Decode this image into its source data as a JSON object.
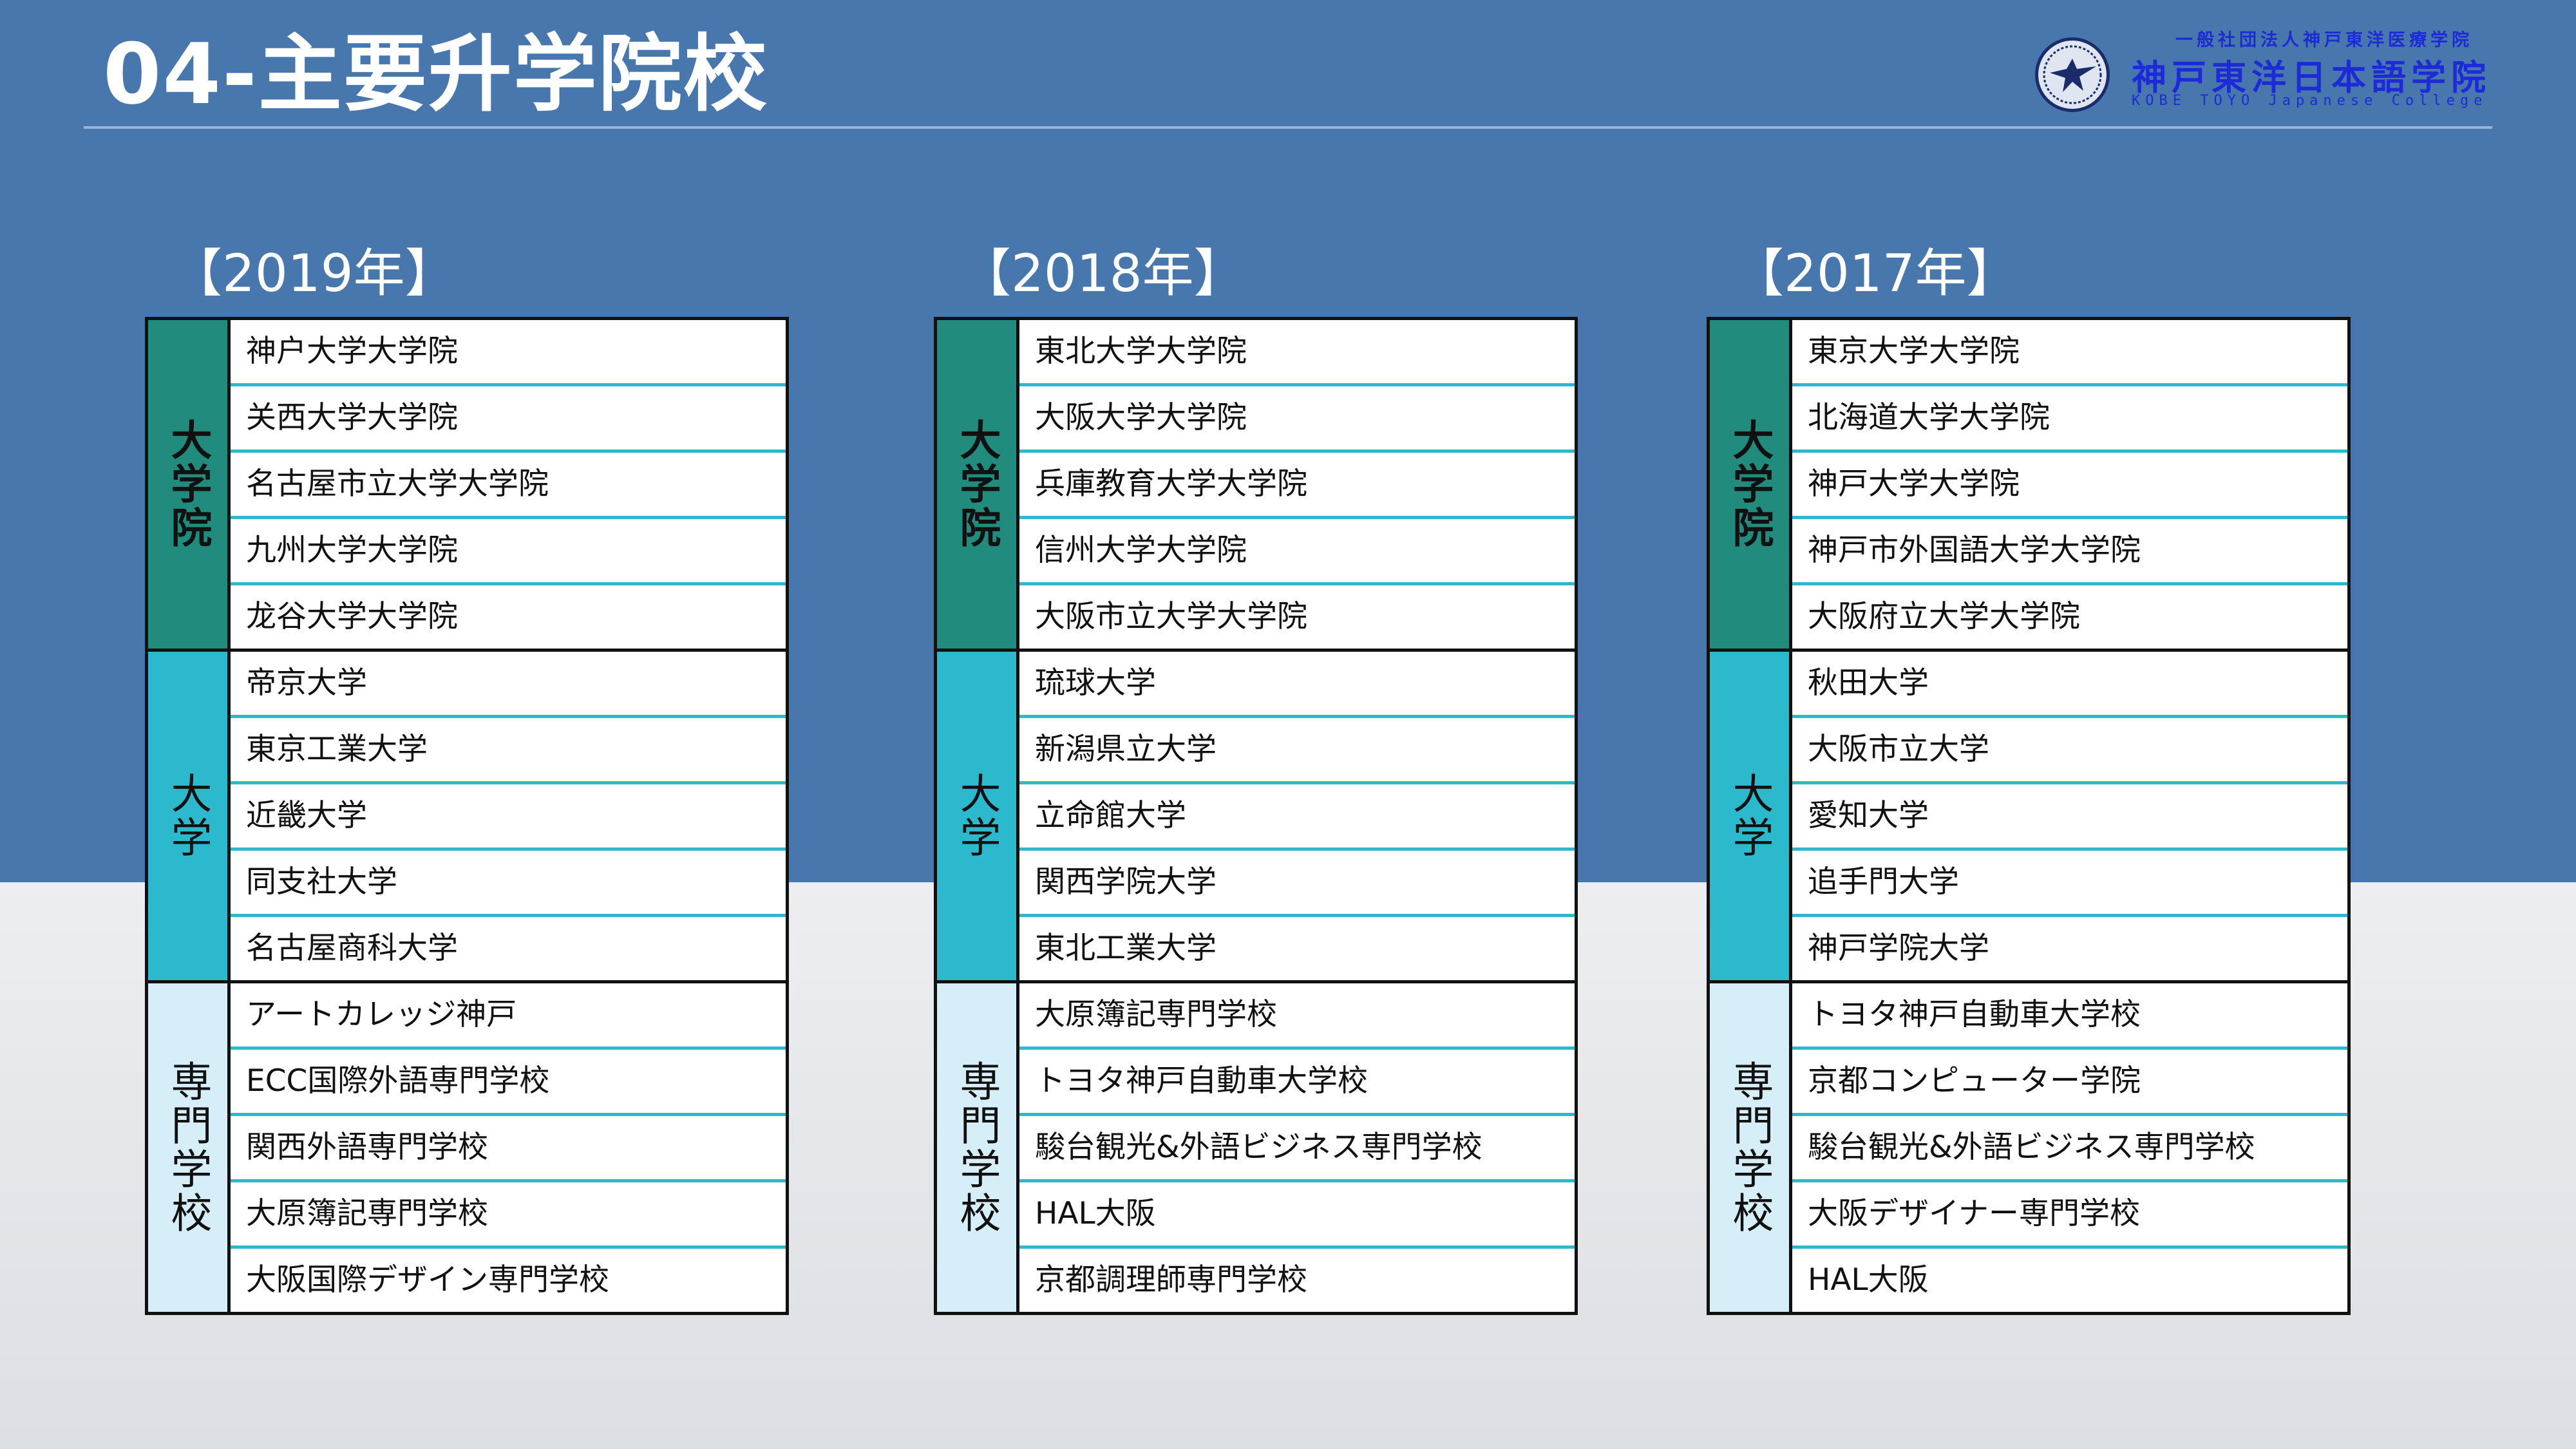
{
  "header": {
    "title": "04-主要升学院校"
  },
  "logo": {
    "small_text": "一般社団法人神戸東洋医療学院",
    "main_text": "神戸東洋日本語学院",
    "english_text": "KOBE TOYO Japanese College",
    "emblem_icon": "eagle-emblem-icon"
  },
  "colors": {
    "header_bg": "#4777ad",
    "graduate_group": "#218c7e",
    "university_group": "#2cb8cd",
    "vocational_group": "#d6eef8",
    "logo_text": "#1d2bd6"
  },
  "years": [
    {
      "label": "【2019年】",
      "groups": [
        {
          "label": "大学院",
          "items": [
            "神户大学大学院",
            "关西大学大学院",
            "名古屋市立大学大学院",
            "九州大学大学院",
            "龙谷大学大学院"
          ]
        },
        {
          "label": "大学",
          "items": [
            "帝京大学",
            "東京工業大学",
            "近畿大学",
            "同支社大学",
            "名古屋商科大学"
          ]
        },
        {
          "label": "専門学校",
          "items": [
            "アートカレッジ神戸",
            "ECC国際外語専門学校",
            "関西外語専門学校",
            "大原簿記専門学校",
            "大阪国際デザイン専門学校"
          ]
        }
      ]
    },
    {
      "label": "【2018年】",
      "groups": [
        {
          "label": "大学院",
          "items": [
            "東北大学大学院",
            "大阪大学大学院",
            "兵庫教育大学大学院",
            "信州大学大学院",
            "大阪市立大学大学院"
          ]
        },
        {
          "label": "大学",
          "items": [
            "琉球大学",
            "新潟県立大学",
            "立命館大学",
            "関西学院大学",
            "東北工業大学"
          ]
        },
        {
          "label": "専門学校",
          "items": [
            "大原簿記専門学校",
            "トヨタ神戸自動車大学校",
            "駿台観光&外語ビジネス専門学校",
            "HAL大阪",
            "京都調理師専門学校"
          ]
        }
      ]
    },
    {
      "label": "【2017年】",
      "groups": [
        {
          "label": "大学院",
          "items": [
            "東京大学大学院",
            "北海道大学大学院",
            "神戸大学大学院",
            "神戸市外国語大学大学院",
            "大阪府立大学大学院"
          ]
        },
        {
          "label": "大学",
          "items": [
            "秋田大学",
            "大阪市立大学",
            "愛知大学",
            "追手門大学",
            "神戸学院大学"
          ]
        },
        {
          "label": "専門学校",
          "items": [
            "トヨタ神戸自動車大学校",
            "京都コンピューター学院",
            "駿台観光&外語ビジネス専門学校",
            "大阪デザイナー専門学校",
            "HAL大阪"
          ]
        }
      ]
    }
  ]
}
